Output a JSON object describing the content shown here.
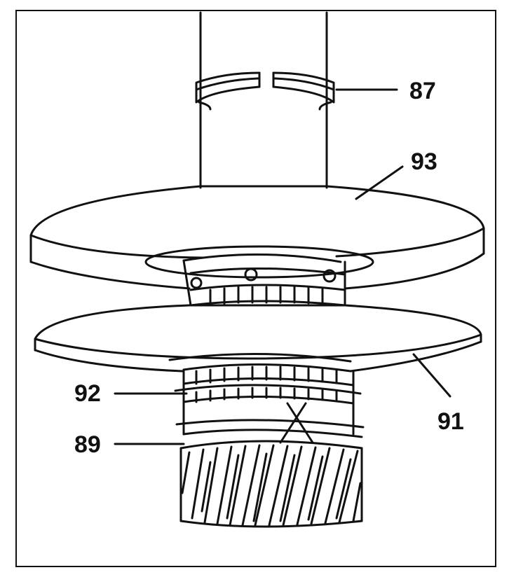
{
  "figure": {
    "colors": {
      "ink": "#111111",
      "paper": "#ffffff"
    },
    "callouts": [
      {
        "id": "c87",
        "label": "87"
      },
      {
        "id": "c93",
        "label": "93"
      },
      {
        "id": "c92",
        "label": "92"
      },
      {
        "id": "c91",
        "label": "91"
      },
      {
        "id": "c89",
        "label": "89"
      }
    ]
  }
}
